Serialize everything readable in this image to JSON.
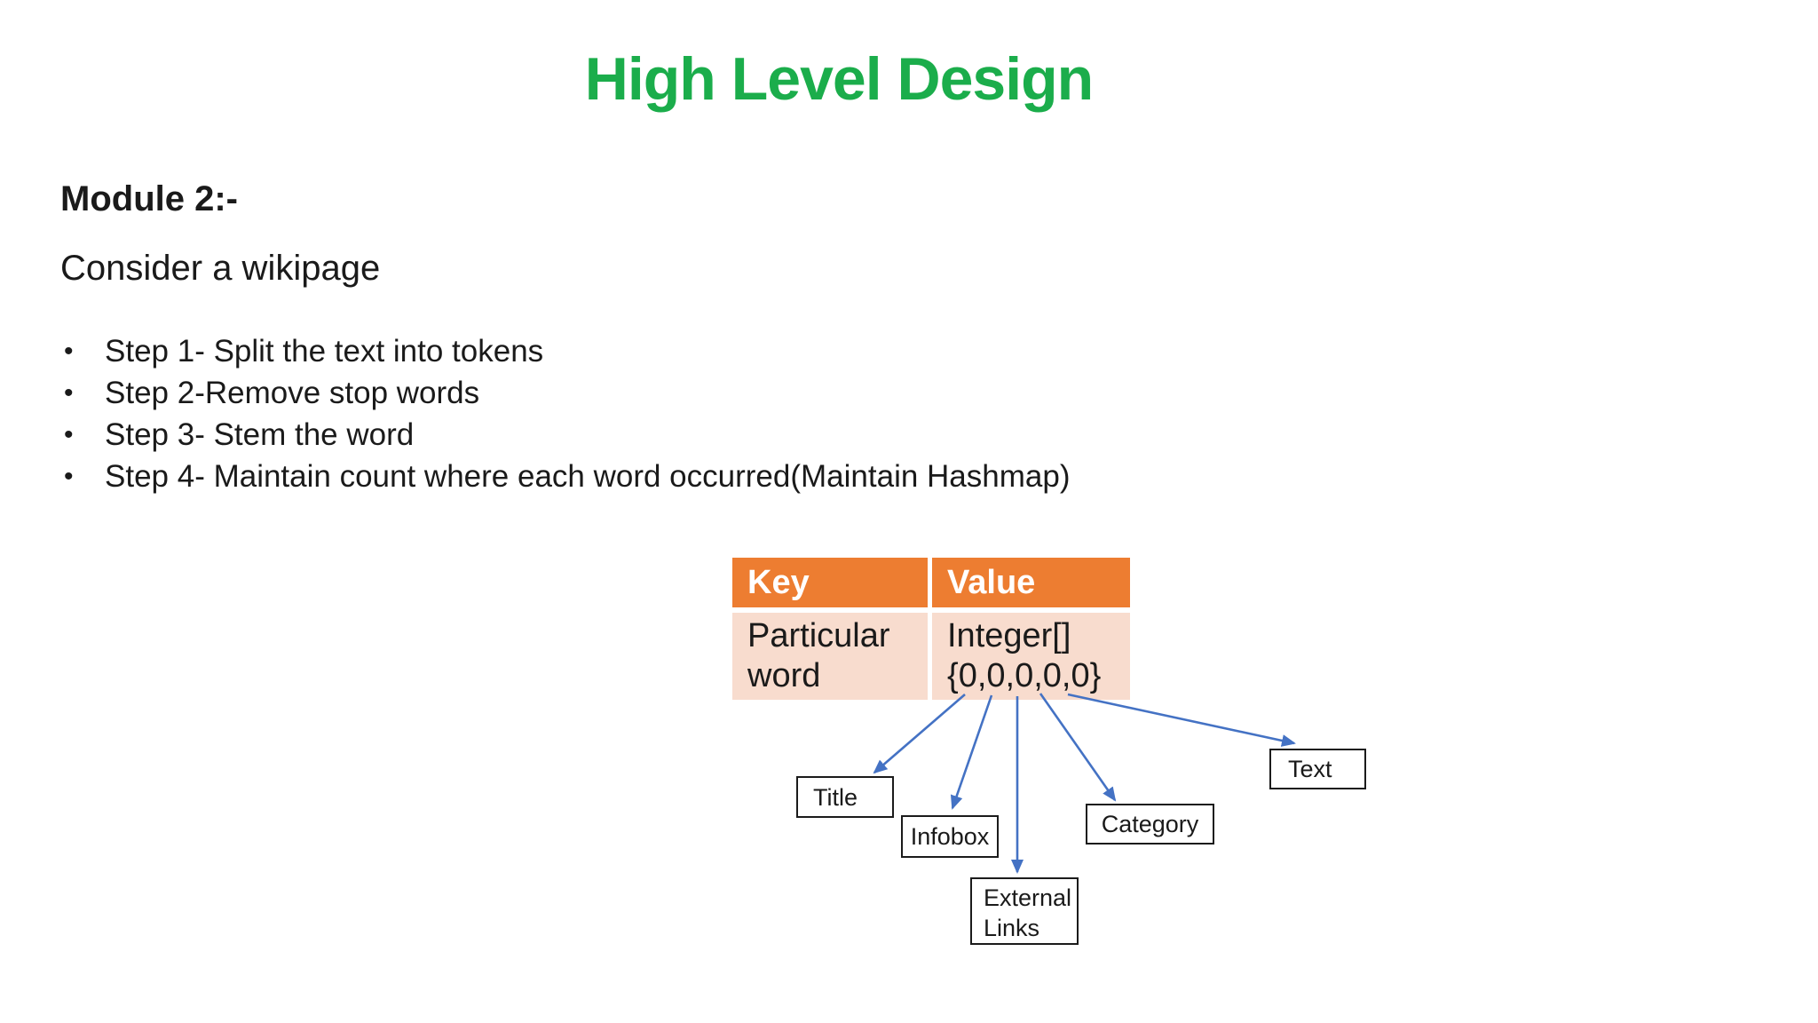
{
  "slide": {
    "title": "High Level Design",
    "module_heading": "Module 2:-",
    "intro": "Consider a wikipage",
    "bullets": [
      "Step 1- Split the text into tokens",
      "Step 2-Remove stop words",
      "Step 3- Stem the word",
      "Step 4- Maintain count where each word occurred(Maintain Hashmap)"
    ],
    "bullet_glyph": "•"
  },
  "table": {
    "headers": [
      "Key",
      "Value"
    ],
    "row": {
      "key": "Particular word",
      "value": "Integer[]\n{0,0,0,0,0}"
    }
  },
  "diagram": {
    "nodes": [
      {
        "label": "Title"
      },
      {
        "label": "Infobox"
      },
      {
        "label": "External Links"
      },
      {
        "label": "Category"
      },
      {
        "label": "Text"
      }
    ]
  },
  "colors": {
    "title_green": "#1BAD4B",
    "table_header_orange": "#ED7D31",
    "table_row_pink": "#F8DCCE",
    "arrow_blue": "#4472C4"
  }
}
